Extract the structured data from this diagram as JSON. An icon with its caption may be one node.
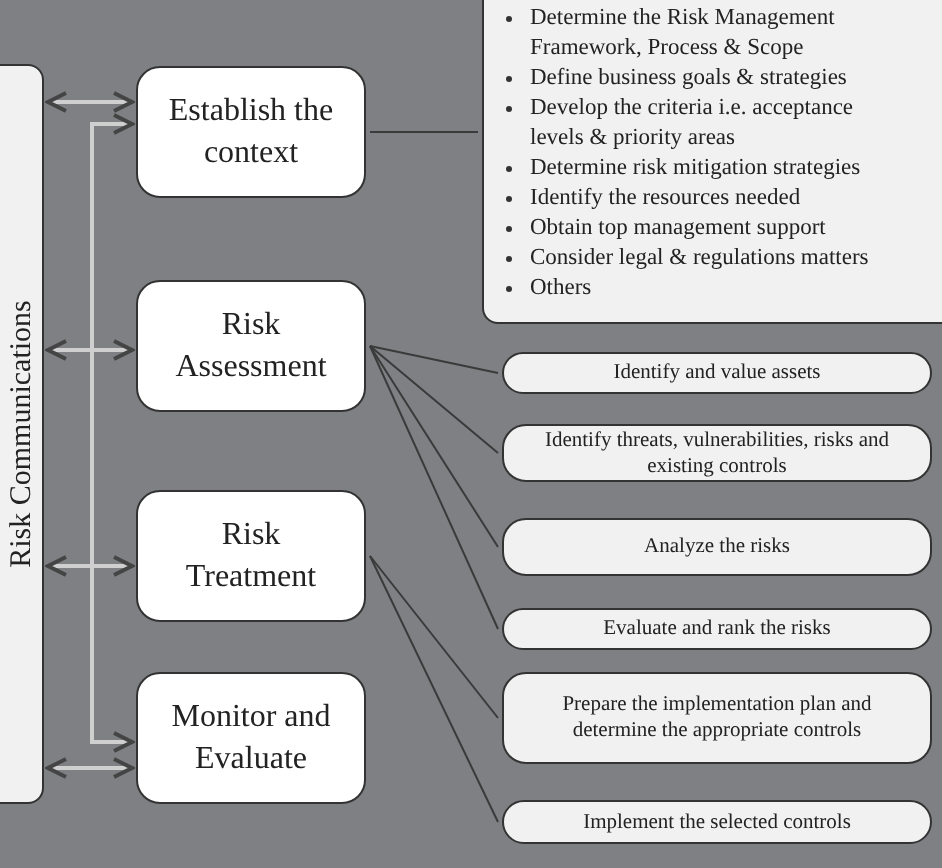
{
  "diagram": {
    "nodes": [
      {
        "text": [
          "Risk Communications"
        ]
      },
      {
        "text": [
          "Establish the context"
        ]
      },
      {
        "text": [
          "Risk Assessment"
        ]
      },
      {
        "text": [
          "Risk Treatment"
        ]
      },
      {
        "text": [
          "Monitor and Evaluate"
        ]
      },
      {
        "text": [
          "Determine the Risk Management Framework, Process & Scope",
          "Define business goals & strategies",
          "Develop the criteria i.e. acceptance levels & priority areas",
          "Determine risk mitigation strategies",
          "Identify the resources needed",
          "Obtain top management support",
          "Consider legal & regulations matters",
          "Others"
        ]
      },
      {
        "text": [
          "Identify and value assets"
        ]
      },
      {
        "text": [
          "Identify threats, vulnerabilities, risks and existing controls"
        ]
      },
      {
        "text": [
          "Analyze the risks"
        ]
      },
      {
        "text": [
          "Evaluate and rank the risks"
        ]
      },
      {
        "text": [
          "Prepare the implementation plan and determine the appropriate controls"
        ]
      },
      {
        "text": [
          "Implement the selected controls"
        ]
      }
    ],
    "edges": [
      {
        "from": 0,
        "to": 1,
        "arrow": "both",
        "color": "#cfcfcf"
      },
      {
        "from": 0,
        "to": 2,
        "arrow": "both",
        "color": "#cfcfcf"
      },
      {
        "from": 0,
        "to": 3,
        "arrow": "both",
        "color": "#cfcfcf"
      },
      {
        "from": 0,
        "to": 4,
        "arrow": "both",
        "color": "#cfcfcf"
      },
      {
        "from": 4,
        "to": 1,
        "arrow": "both",
        "color": "#cfcfcf"
      },
      {
        "from": 1,
        "to": 5,
        "arrow": "none"
      },
      {
        "from": 2,
        "to": 6,
        "arrow": "none"
      },
      {
        "from": 2,
        "to": 7,
        "arrow": "none"
      },
      {
        "from": 2,
        "to": 8,
        "arrow": "none"
      },
      {
        "from": 2,
        "to": 9,
        "arrow": "none"
      },
      {
        "from": 3,
        "to": 10,
        "arrow": "none"
      },
      {
        "from": 3,
        "to": 11,
        "arrow": "none"
      }
    ]
  }
}
